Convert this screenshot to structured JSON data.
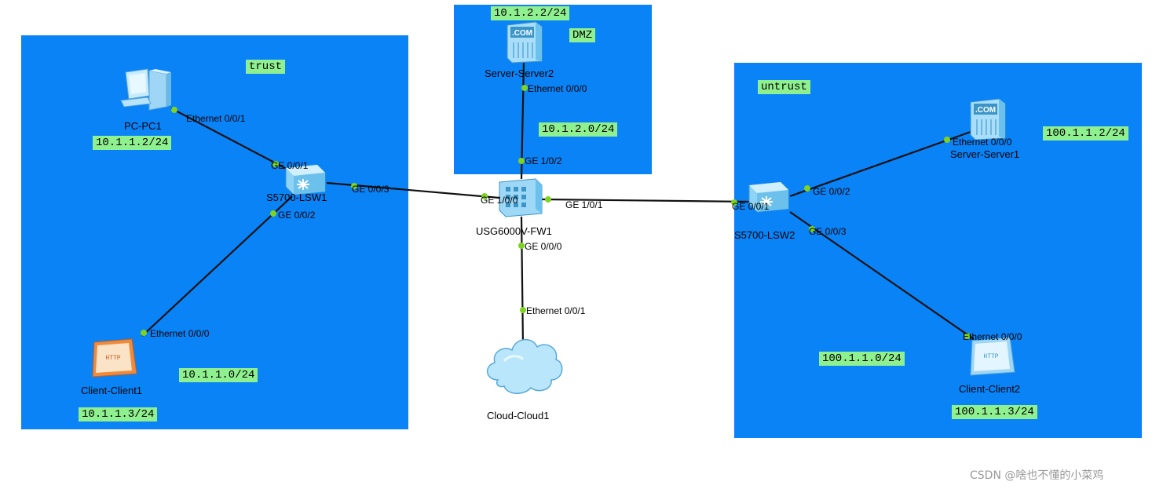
{
  "zones": {
    "trust": "trust",
    "dmz": "DMZ",
    "untrust": "untrust"
  },
  "devices": {
    "pc1": "PC-PC1",
    "client1": "Client-Client1",
    "lsw1": "S5700-LSW1",
    "server2": "Server-Server2",
    "fw1": "USG6000V-FW1",
    "cloud1": "Cloud-Cloud1",
    "lsw2": "S5700-LSW2",
    "server1": "Server-Server1",
    "client2": "Client-Client2"
  },
  "addresses": {
    "pc1_ip": "10.1.1.2/24",
    "client1_ip": "10.1.1.3/24",
    "trust_net": "10.1.1.0/24",
    "server2_ip": "10.1.2.2/24",
    "dmz_net": "10.1.2.0/24",
    "server1_ip": "100.1.1.2/24",
    "untrust_net": "100.1.1.0/24",
    "client2_ip": "100.1.1.3/24"
  },
  "ports": {
    "pc1_eth": "Ethernet 0/0/1",
    "lsw1_ge001": "GE 0/0/1",
    "lsw1_ge003": "GE 0/0/3",
    "lsw1_ge002": "GE 0/0/2",
    "client1_eth": "Ethernet 0/0/0",
    "server2_eth": "Ethernet 0/0/0",
    "fw_ge102": "GE 1/0/2",
    "fw_ge100": "GE 1/0/0",
    "fw_ge101": "GE 1/0/1",
    "fw_ge000": "GE 0/0/0",
    "cloud_eth": "Ethernet 0/0/1",
    "lsw2_ge001": "GE 0/0/1",
    "lsw2_ge002": "GE 0/0/2",
    "lsw2_ge003": "GE 0/0/3",
    "server1_eth": "Ethernet 0/0/0",
    "client2_eth": "Ethernet 0/0/0"
  },
  "icons": {
    "com_text": ".COM",
    "http_text": "HTTP"
  },
  "watermark": "CSDN @啥也不懂的小菜鸡",
  "colors": {
    "zone_blue": "#0a83f7",
    "label_green": "#8ff08f",
    "link_dot": "#7ed321"
  }
}
